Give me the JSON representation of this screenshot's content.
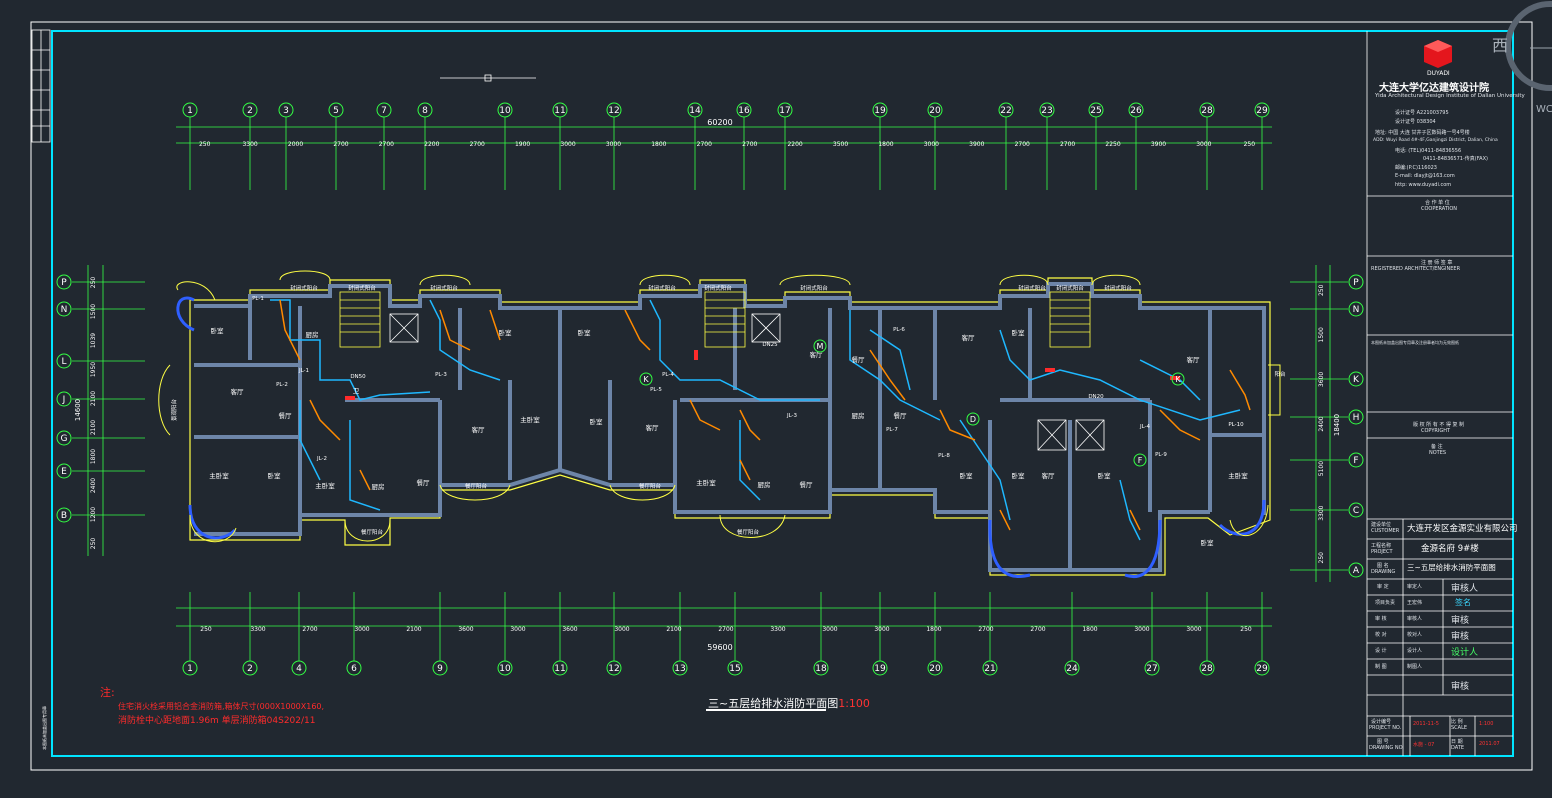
{
  "drawing": {
    "sheet_title": "三~五层给排水消防平面图",
    "sheet_scale": "1:100",
    "notes_label": "注:",
    "notes": [
      "住宅消火栓采用铝合金消防箱,箱体尺寸(000X1000X160,",
      "消防栓中心距地面1.96m   单层消防箱04S202/11"
    ],
    "top_axes": [
      "1",
      "2",
      "3",
      "5",
      "7",
      "8",
      "10",
      "11",
      "12",
      "14",
      "16",
      "17",
      "19",
      "20",
      "22",
      "23",
      "25",
      "26",
      "28",
      "29"
    ],
    "bottom_axes": [
      "1",
      "2",
      "4",
      "6",
      "9",
      "10",
      "11",
      "12",
      "13",
      "15",
      "18",
      "19",
      "20",
      "21",
      "24",
      "27",
      "28",
      "29"
    ],
    "left_axes": [
      "P",
      "N",
      "L",
      "J",
      "G",
      "E",
      "B"
    ],
    "right_axes": [
      "P",
      "N",
      "K",
      "H",
      "F",
      "C",
      "A"
    ],
    "top_total": "60200",
    "top_dims": [
      "250",
      "3300",
      "2000",
      "2700",
      "2700",
      "2200",
      "2700",
      "1900",
      "3000",
      "3000",
      "1800",
      "2700",
      "2700",
      "2200",
      "3500",
      "1800",
      "3000",
      "3900",
      "2700",
      "2700",
      "2250",
      "3900",
      "3000",
      "250"
    ],
    "bottom_total": "59600",
    "bottom_dims": [
      "250",
      "3300",
      "2700",
      "3000",
      "2100",
      "3600",
      "3000",
      "3600",
      "3000",
      "2100",
      "2700",
      "3300",
      "3000",
      "3000",
      "1800",
      "2700",
      "2700",
      "1800",
      "3000",
      "3000",
      "250"
    ],
    "left_total": "14600",
    "left_dims": [
      "250",
      "1500",
      "1039",
      "1950",
      "2100",
      "2100",
      "1800",
      "2400",
      "1200",
      "250"
    ],
    "right_total": "18400",
    "right_dims": [
      "250",
      "1500",
      "3600",
      "2400",
      "5100",
      "3300",
      "250"
    ],
    "room_labels": [
      "卧室",
      "客厅",
      "主卧室",
      "卧室",
      "餐厅",
      "厨房",
      "卫",
      "主卧室",
      "厨房",
      "餐厅",
      "卧室",
      "客厅",
      "主卧室",
      "卧室",
      "卧室",
      "客厅",
      "主卧室",
      "厨房",
      "餐厅",
      "客厅",
      "餐厅",
      "厨房",
      "餐厅",
      "客厅",
      "卧室",
      "卧室",
      "卧室",
      "客厅",
      "卧室",
      "客厅",
      "主卧室",
      "卧室"
    ],
    "balcony_labels": [
      "封闭式阳台",
      "封闭式阳台",
      "封闭式阳台",
      "封闭式阳台",
      "封闭式阳台",
      "封闭式阳台",
      "封闭式阳台",
      "封闭式阳台",
      "封闭式阳台",
      "景观阳台",
      "阳台",
      "餐厅阳台",
      "餐厅阳台",
      "餐厅阳台",
      "餐厅阳台"
    ],
    "pipe_labels": [
      "PL-1",
      "PL-2",
      "PL-3",
      "PL-4",
      "PL-5",
      "PL-6",
      "PL-7",
      "PL-8",
      "PL-9",
      "PL-10",
      "JL-1",
      "JL-2",
      "JL-3",
      "JL-4",
      "DN50",
      "DN25",
      "DN20"
    ]
  },
  "title_block": {
    "logo_text": "DUYADI",
    "firm_name_cn": "大连大学亿达建筑设计院",
    "firm_name_en": "Yida Architectural Design Institute of Dalian University",
    "license_rows": [
      "设计证号 A221003795",
      "设计证号 038304"
    ],
    "address_lines": [
      "地址: 中国 大连 甘井子区数码路一号4号楼",
      "ADD: Wuyi Road 4#-4F,Ganjingzi District, Dalian, China",
      "电话: (TEL)0411-84836556",
      "0411-84836571-传真(FAX)",
      "邮编:(P.C)116023",
      "E-mail: dlayjt@163.com",
      "http: www.duyadi.com"
    ],
    "cooperation_label_cn": "合 作 单 位",
    "cooperation_label_en": "COOPERATION",
    "architect_label_cn": "注 册 师 签 章",
    "architect_label_en": "REGISTERED ARCHITECT/ENGINEER",
    "seal_note": "本图纸未加盖出图专用章及注册章者均为无效图纸",
    "copyright_cn": "版 权 所 有 不 得 复 制",
    "copyright_en": "COPYRIGHT",
    "notes_cn": "备 注",
    "notes_en": "NOTES",
    "customer_label": "建设单位",
    "customer_label_en": "CUSTOMER",
    "customer_value": "大连开发区金源实业有限公司",
    "project_label": "工程名称",
    "project_label_en": "PROJECT",
    "project_value": "金源名府  9#楼",
    "drawing_label": "图 名",
    "drawing_label_en": "DRAWING",
    "drawing_value": "三~五层给排水消防平面图",
    "sign_rows": [
      {
        "role": "审 定",
        "name": "审定人",
        "sig": "审核人"
      },
      {
        "role": "项目负责",
        "name": "王宏伟",
        "sig": "签名"
      },
      {
        "role": "审 核",
        "name": "审核人",
        "sig": "审核"
      },
      {
        "role": "校 对",
        "name": "校对人",
        "sig": "审核"
      },
      {
        "role": "设 计",
        "name": "设计人",
        "sig": "设计人"
      },
      {
        "role": "制 图",
        "name": "制图人",
        "sig": "审核"
      }
    ],
    "project_no_label": "设计编号",
    "project_no_label_en": "PROJECT NO.",
    "project_no_value": "2011-11-5",
    "scale_label": "比 例",
    "scale_label_en": "SCALE",
    "scale_value": "1:100",
    "drawing_no_label": "图 号",
    "drawing_no_label_en": "DRAWING NO.",
    "drawing_no_value": "水施 - 07",
    "date_label": "日 期",
    "date_label_en": "DATE",
    "date_value": "2011.07"
  },
  "viewcube": {
    "face_label": "西",
    "side_label": "WCS"
  },
  "colors": {
    "background": "#212830",
    "frame": "#00e5ff",
    "walls": "#6d85a8",
    "outline": "#ffff44",
    "dims": "#33ff44",
    "pipes_cyan": "#1fb8ff",
    "pipes_orange": "#ff8a00",
    "text": "#ffffff",
    "red_text": "#ff2b2b"
  }
}
